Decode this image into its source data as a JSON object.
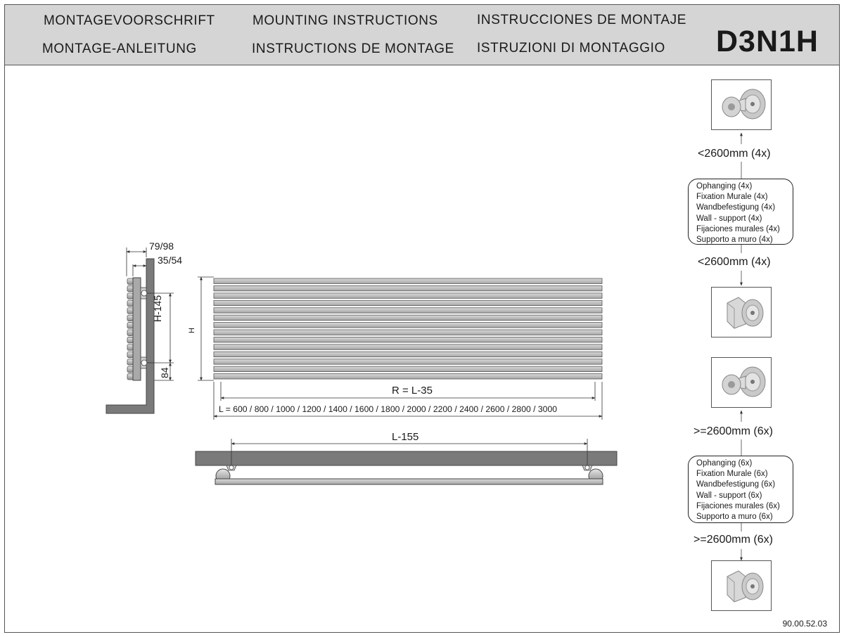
{
  "header": {
    "nl": "MONTAGEVOORSCHRIFT",
    "de": "MONTAGE-ANLEITUNG",
    "en": "MOUNTING INSTRUCTIONS",
    "fr": "INSTRUCTIONS DE MONTAGE",
    "es": "INSTRUCCIONES DE MONTAJE",
    "it": "ISTRUZIONI DI MONTAGGIO",
    "model": "D3N1H"
  },
  "side_view": {
    "depth_total": "79/98",
    "depth_panel": "35/54",
    "bracket_spacing": "H-145",
    "bottom_offset": "84"
  },
  "front_view": {
    "height_label": "H",
    "r_dimension": "R = L-35",
    "l_dimension": "L = 600 / 800 / 1000 / 1200 / 1400 / 1600 / 1800 / 2000 / 2200 / 2400 / 2600 / 2800 / 3000"
  },
  "top_view": {
    "bracket_distance": "L-155"
  },
  "small_set": {
    "top_label": "<2600mm (4x)",
    "bottom_label": "<2600mm (4x)",
    "lines": [
      "Ophanging (4x)",
      "Fixation Murale (4x)",
      "Wandbefestigung (4x)",
      "Wall - support (4x)",
      "Fijaciones murales (4x)",
      "Supporto a muro (4x)"
    ]
  },
  "large_set": {
    "top_label": ">=2600mm (6x)",
    "bottom_label": ">=2600mm (6x)",
    "lines": [
      "Ophanging (6x)",
      "Fixation Murale (6x)",
      "Wandbefestigung (6x)",
      "Wall - support (6x)",
      "Fijaciones murales (6x)",
      "Supporto a muro (6x)"
    ]
  },
  "doc_number": "90.00.52.03",
  "colors": {
    "header_bg": "#d5d5d5",
    "wall": "#7a7a7a",
    "tube": "#bdbdbd",
    "line": "#333333"
  },
  "icons": [
    "wall-bracket-icon",
    "wall-plug-icon"
  ]
}
